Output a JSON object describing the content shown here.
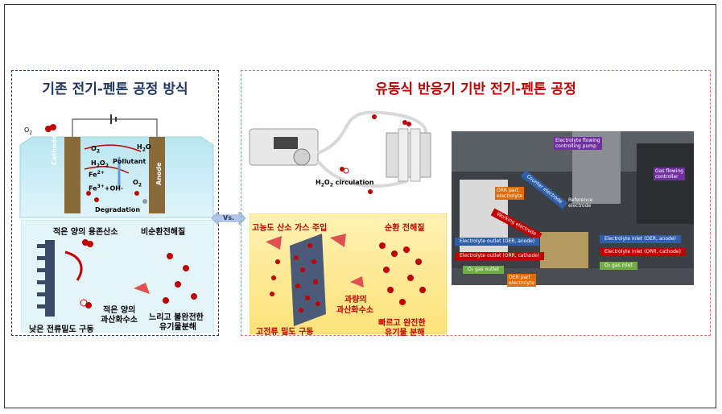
{
  "left_panel": {
    "title": "기존 전기-펜톤 공정 방식",
    "cell_labels": {
      "o2_top": "O",
      "o2_sub": "2",
      "cathode": "Cathode",
      "anode": "Anode",
      "o2_cell": "O",
      "h2o2": "H",
      "fe2": "Fe",
      "fe3_oh": "Fe",
      "pollutant": "Pollutant",
      "h2o": "H",
      "o2_anode": "O",
      "degradation": "Degradation"
    },
    "low_oxygen": "적은 양의 용존산소",
    "non_circulating": "비순환전해질",
    "low_current": "낮은 전류밀도 구동",
    "low_h2o2_line1": "적은 양의",
    "low_h2o2_line2": "과산화수소",
    "slow_line1": "느리고 불완전한",
    "slow_line2": "유기물분해"
  },
  "vs_label": "Vs.",
  "right_panel": {
    "title": "유동식 반응기 기반 전기-펜톤 공정",
    "h2o2_circulation": "H",
    "high_oxygen": "고농도 산소 가스 주입",
    "circulating": "순환 전해질",
    "high_current": "고전류 밀도 구동",
    "excess_h2o2_line1": "과량의",
    "excess_h2o2_line2": "과산화수소",
    "fast_line1": "빠르고 완전한",
    "fast_line2": "유기물 분해"
  },
  "photo_labels": {
    "pump_line1": "Electrolyte flowing",
    "pump_line2": "controlling pump",
    "gas_line1": "Gas flowing",
    "gas_line2": "controller",
    "counter": "Counter electrode",
    "orr_part_line1": "ORR part",
    "orr_part_line2": "electrolyte",
    "reference_line1": "Reference",
    "reference_line2": "electrode",
    "working": "Working electrode",
    "outlet_oer": "Electrolyte outlet (OER, anode)",
    "inlet_oer": "Electrolyte inlet (OER, anode)",
    "outlet_orr": "Electrolyte outlet (ORR, cathode)",
    "inlet_orr": "Electrolyte inlet (ORR, cathode)",
    "o2_outlet": "O",
    "o2_inlet": "O",
    "oer_part_line1": "OER part",
    "oer_part_line2": "electrolyte"
  },
  "colors": {
    "navy": "#1f3864",
    "red": "#c00000",
    "orange_tag": "#e36c09",
    "purple_tag": "#7030a0",
    "blue_tag": "#2e5fa8",
    "green_tag": "#70ad47"
  }
}
